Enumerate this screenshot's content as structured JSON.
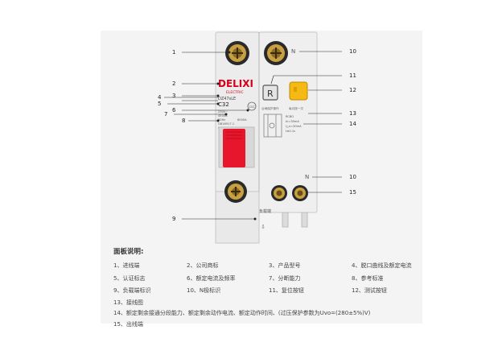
{
  "product": {
    "brand": "DELIXI",
    "brand_sub": "ELECTRIC",
    "model": "DZ47sLE",
    "rating": "C32",
    "spec_lines": [
      "230V~",
      "4500A",
      "50Hz",
      "6000A",
      "GB16917.1",
      "IEC61009-1"
    ],
    "rcbo_lines": [
      "RCBO",
      "In=30mA",
      "I△n=30mA",
      "t≤0.1s"
    ],
    "cert_mark": "CCC",
    "reset_letter": "R",
    "neutral_letter": "N",
    "load_side_text": "负载端",
    "small_text_1": "合闸保护操作",
    "small_text_2": "每月按一次",
    "callouts_left": [
      "1",
      "2",
      "3",
      "4",
      "5",
      "6",
      "7",
      "8",
      "9"
    ],
    "callouts_right": [
      "10",
      "11",
      "12",
      "13",
      "14",
      "10",
      "15"
    ]
  },
  "panel_notes": {
    "title": "面板说明:",
    "rows": [
      [
        "1、进线端",
        "2、公司商标",
        "3、产品型号",
        "4、脱口曲线及额定电流"
      ],
      [
        "5、认证标志",
        "6、额定电流及频率",
        "7、分断能力",
        "8、参考标准"
      ],
      [
        "9、负载端标识",
        "10、N极标识",
        "11、复位按钮",
        "12、测试按钮"
      ],
      [
        "13、接线图"
      ],
      [
        "14、额定剩余接通分段能力、额定剩余动作电流、额定动作时间、(过压保护参数为Uvo=(280±5%)V)"
      ],
      [
        "15、出线端"
      ]
    ]
  },
  "colors": {
    "brand_red": "#d6001c",
    "handle_red": "#e8162c",
    "test_yellow": "#f5b914",
    "terminal_gold": "#c8a040",
    "body_white": "#ececec"
  }
}
